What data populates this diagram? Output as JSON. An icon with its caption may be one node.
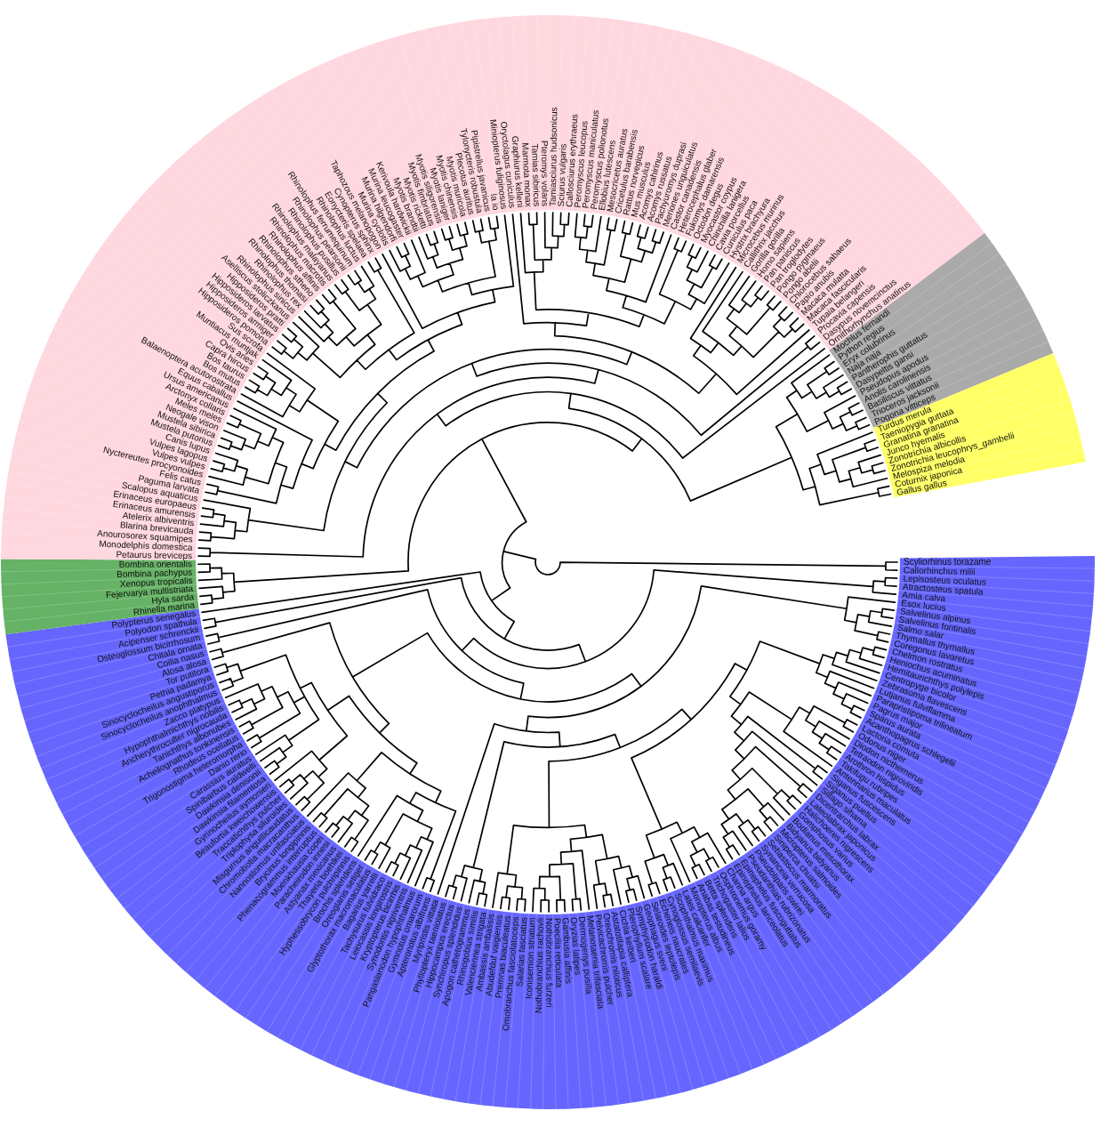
{
  "diagram": {
    "nodes": [
      {
        "text": [
          "Scyliorhinus torazame",
          "Callorhinchus milii",
          "Lepisosteus oculatus",
          "Atractosteus spatula",
          "Amia calva",
          "Esox lucius",
          "Salvelinus alpinus",
          "Salvelinus fontinalis",
          "Salmo salar",
          "Thymallus thymallus",
          "Coregonus lavaretus",
          "Chelmon rostratus",
          "Heniochus acuminatus",
          "Hemitaurichthys polylepis",
          "Centropyge bicolor",
          "Zebrasoma flavescens",
          "Lutjanus fulviflamma",
          "Parapristipoma trilineatum",
          "Pagrus major",
          "Sparus aurata",
          "Acanthopagrus schlegelii",
          "Lactoria cornuta",
          "Odonus niger",
          "Diodon nicthemerus",
          "Tetraodon nigroviridis",
          "Arothron hispidus",
          "Takifugu rubripes",
          "Antennarius maculatus",
          "Siganus fuscescens",
          "Siganus puellus",
          "Sillago sihama",
          "Dicentrarchus labrax",
          "Lateolabrax japonicus",
          "Halichoeres nigrescens",
          "Gomphosus varius",
          "Bodianus mesothorax",
          "Bidyanus bidyanus",
          "Micropterus salmoides",
          "Siniperca chuatsi",
          "Sebastiscus marmoratus",
          "Synanceia verrucosa",
          "Pseudoliparis swirei",
          "Pseudanthias rubrizonatus",
          "Epinephelus fuscoguttatus",
          "Epinephelus lanceolatus",
          "Channa argus",
          "Osphronemus goramy",
          "Trichogaster lalius",
          "Betta splendens",
          "Anabas testudineus",
          "Monopterus albus",
          "Lates calcarifer",
          "Scophthalmus maximus",
          "Cynoglossus semilaevis",
          "Echeneis naucrates",
          "Selaroides leptolepis",
          "Geophagus sveni",
          "Symphysodon haraldi",
          "Pterophyllum scalare",
          "Cichla kelberi",
          "Astatotilapia calliptera",
          "Oreochromis niloticus",
          "Pelvicachromis pulcher",
          "Melanotaenia trifasciata",
          "Dermogenys pusilla",
          "Oryzias latipes",
          "Gambusia affinis",
          "Poecilia reticulata",
          "Nothobranchius furzeri",
          "Nothobranchius rachovii",
          "Iconisemion striatum",
          "Salarias fasciatus",
          "Omobranchus fasciolatoceps",
          "Premnas biaculeatus",
          "Abudefduf vaigiensis",
          "Ambassis ambassis",
          "Valenciennea strigata",
          "Rhinogobius similis",
          "Apogon cathetogrammus",
          "Synchiropus splendidus",
          "Hippocampus erectus",
          "Phyllopteryx taeniolatus",
          "Myripristis vittata",
          "Apteronotus albifrons",
          "Gymnotus omarorum",
          "Pangasianodon hypophthalmus",
          "Synodontis nigriventris",
          "Kryptopterus bicirrhis",
          "Leiocassis longirostris",
          "Tachysurus fulvidraco",
          "Bagarius yarrelli",
          "Glyptothorax macromaculatus",
          "Oreoglanis setiger",
          "Brochis splendens",
          "Hyphessobrycon pulchripinnis",
          "Thayeria boehlkei",
          "Astyanax mexicanus",
          "Paracheirodon innesi",
          "Moenkhausia copei",
          "Phenacogrammus interruptus",
          "Brycinus longipinnis",
          "Nannostomus unifasciatus",
          "Chromobotia macracanthus",
          "Misgurnus anguillicaudatus",
          "Triplophysa siluroides",
          "Traccatichthys pulcher",
          "Beaufortia kweichowensis",
          "Gyrinocheilus aymonieri",
          "Dawkinsia filamentosa",
          "Dawkinsia denisonii",
          "Spinibarbus caldwelli",
          "Carassius auratus",
          "Danio rerio",
          "Trigonostigma heteromorpha",
          "Rhodeus ocellatus",
          "Acheilognathus tonkinensis",
          "Tanichthys albonubes",
          "Ancherythroculter nigrocauda",
          "Hypophthalmichthys nobilis",
          "Zacco platypus",
          "Sinocyclocheilus anophthalmus",
          "Sinocyclocheilus angustiporus",
          "Pethia padamya",
          "Tor putitora",
          "Alosa alosa",
          "Coilia nasus",
          "Chitala ornata",
          "Osteoglossum bicirrhosum",
          "Acipenser schrenckii",
          "Polyodon spathula",
          "Polypterus senegalus"
        ]
      },
      {
        "text": [
          "Rhinella marina",
          "Hyla sarda",
          "Fejervarya multistriata",
          "Xenopus tropicalis",
          "Bombina pachypus",
          "Bombina orientalis"
        ]
      },
      {
        "text": [
          "Petaurus breviceps",
          "Monodelphis domestica",
          "Anourosorex squamipes",
          "Blarina brevicauda",
          "Atelerix albiventris",
          "Erinaceus amurensis",
          "Erinaceus europaeus",
          "Scalopus aquaticus",
          "Paguma larvata",
          "Felis catus",
          "Nyctereutes procyonoides",
          "Vulpes vulpes",
          "Vulpes lagopus",
          "Canis lupus",
          "Mustela putorius",
          "Mustela sibirica",
          "Neogale vison",
          "Meles meles",
          "Arctonyx collaris",
          "Ursus americanus",
          "Equus caballus",
          "Balaenoptera acutorostrata",
          "Bos mutus",
          "Bos taurus",
          "Capra hircus",
          "Ovis aries",
          "Muntiacus muntjak",
          "Sus scrofa",
          "Hipposideros pomona",
          "Hipposideros armiger",
          "Hipposideros larvatus",
          "Hipposideros pratti",
          "Aselliscus stoliczkanus",
          "Rhinolophus sinicus",
          "Rhinolophus rex",
          "Rhinolophus thomasi",
          "Rhinolophus stheno",
          "Rhinolophus affinis",
          "Rhinolophus macrotis",
          "Rhinolophus malayanus",
          "Rhinolophus pusillus",
          "Rhinolophus pearsonii",
          "Rhinolophus ferrumequinum",
          "Rhinolophus luctus",
          "Eonycteris spelaea",
          "Cynopterus sphinx",
          "Taphozous melanopogon",
          "Murina cyclotis",
          "Murina hilgendorfi",
          "Murina leucogaster",
          "Kerivoula hardwickii",
          "Myotis brandtii",
          "Myotis ricketti",
          "Myotis fimbriatus",
          "Myotis siligorensis",
          "Myotis laniger",
          "Myotis chinensis",
          "Myotis muricola",
          "Plecotus auritus",
          "Tylonycteris robustula",
          "Pipistrellus javanicus",
          "Ia io",
          "Miniopterus fuliginosus",
          "Oryctolagus cuniculus",
          "Graphiurus kelleni",
          "Marmota monax",
          "Tamias sibiricus",
          "Pteromys volans",
          "Tamiasciurus hudsonicus",
          "Sciurus vulgaris",
          "Callosciurus erythraeus",
          "Peromyscus leucopus",
          "Peromyscus maniculatus",
          "Peromyscus polionotus",
          "Ellobius lutescens",
          "Mesocricetus auratus",
          "Cricetulus barabensis",
          "Rattus norvegicus",
          "Mus musculus",
          "Acomys cahirinus",
          "Acomys russatus",
          "Pachyuromys duprasi",
          "Meriones unguiculatus",
          "Castor canadensis",
          "Heterocephalus glaber",
          "Fukomys damarensis",
          "Octodon degus",
          "Myocastor coypus",
          "Chinchilla lanigera",
          "Cavia porcellus",
          "Cuniculus paca",
          "Hystrix brachyura",
          "Microcebus murinus",
          "Callithrix jacchus",
          "Gorilla gorilla",
          "Homo sapiens",
          "Pan paniscus",
          "Pan troglodytes",
          "Pongo pygmaeus",
          "Pongo abelii",
          "Chlorocebus sabaeus",
          "Papio anubis",
          "Macaca mulatta",
          "Macaca fascicularis",
          "Tupaia belangeri",
          "Procavia capensis",
          "Dasypus novemcinctus",
          "Ornithorhynchus anatinus"
        ]
      },
      {
        "text": [
          "Mochlus fernandi",
          "Python regius",
          "Eryx colubrinus",
          "Naja naja",
          "Pantherophis guttatus",
          "Dasypeltis gansi",
          "Pseudopus apodus",
          "Anolis carolinensis",
          "Basiliscus vittatus",
          "Trioceros jacksonii",
          "Pogona vitticeps"
        ]
      },
      {
        "text": [
          "Turdus merula",
          "Taeniopygia guttata",
          "Granatina granatina",
          "Junco hyemalis",
          "Zonotrichia albicollis",
          "Zonotrichia leucophrys_gambelii",
          "Melospiza melodia",
          "Coturnix japonica",
          "Gallus gallus"
        ]
      }
    ]
  }
}
